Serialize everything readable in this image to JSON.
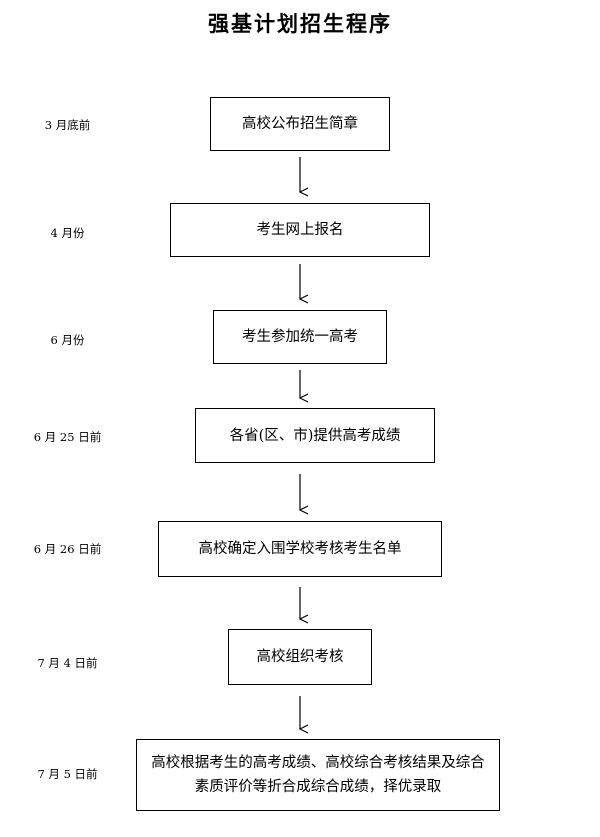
{
  "title": "强基计划招生程序",
  "steps": [
    {
      "date": "3 月底前",
      "text": "高校公布招生简章"
    },
    {
      "date": "4 月份",
      "text": "考生网上报名"
    },
    {
      "date": "6 月份",
      "text": "考生参加统一高考"
    },
    {
      "date": "6 月 25 日前",
      "text": "各省(区、市)提供高考成绩"
    },
    {
      "date": "6 月 26 日前",
      "text": "高校确定入围学校考核考生名单"
    },
    {
      "date": "7 月 4 日前",
      "text": "高校组织考核"
    },
    {
      "date": "7 月 5 日前",
      "text": "高校根据考生的高考成绩、高校综合考核结果及综合素质评价等折合成综合成绩，择优录取"
    }
  ]
}
